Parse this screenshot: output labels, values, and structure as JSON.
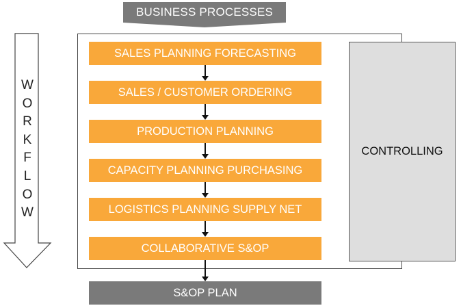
{
  "header": {
    "title": "BUSINESS PROCESSES",
    "color": "#7a7a7a"
  },
  "workflow": {
    "label": "WORKFLOW",
    "letters": [
      "W",
      "O",
      "R",
      "K",
      "F",
      "L",
      "O",
      "W"
    ]
  },
  "steps": [
    {
      "label": "SALES PLANNING FORECASTING"
    },
    {
      "label": "SALES / CUSTOMER ORDERING"
    },
    {
      "label": "PRODUCTION PLANNING"
    },
    {
      "label": "CAPACITY PLANNING PURCHASING"
    },
    {
      "label": "LOGISTICS PLANNING SUPPLY NET"
    },
    {
      "label": "COLLABORATIVE S&OP"
    }
  ],
  "side_panel": {
    "label": "CONTROLLING",
    "color": "#dedede"
  },
  "output": {
    "label": "S&OP PLAN",
    "color": "#7a7a7a"
  },
  "colors": {
    "step": "#f9a83a",
    "step_text": "#ffffff",
    "arrow": "#111111"
  }
}
